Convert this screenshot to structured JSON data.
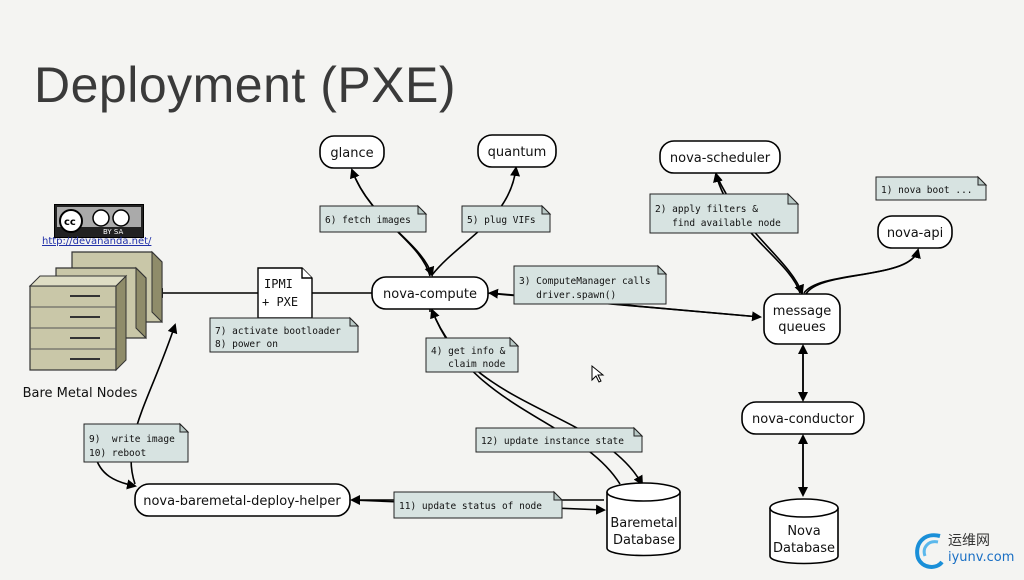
{
  "title": "Deployment (PXE)",
  "license": {
    "badge": "BY SA",
    "link": "http://devananda.net/"
  },
  "nodes": {
    "glance": "glance",
    "quantum": "quantum",
    "nova_scheduler": "nova-scheduler",
    "nova_api": "nova-api",
    "nova_compute": "nova-compute",
    "message_queues_1": "message",
    "message_queues_2": "queues",
    "nova_conductor": "nova-conductor",
    "nova_baremetal_deploy_helper": "nova-baremetal-deploy-helper",
    "bare_metal_nodes": "Bare Metal Nodes",
    "ipmi_pxe_1": "IPMI",
    "ipmi_pxe_2": "+ PXE",
    "baremetal_db_1": "Baremetal",
    "baremetal_db_2": "Database",
    "nova_db_1": "Nova",
    "nova_db_2": "Database"
  },
  "notes": {
    "n1": [
      "1) nova boot ..."
    ],
    "n2": [
      "2) apply filters &",
      "   find available node"
    ],
    "n3": [
      "3) ComputeManager calls",
      "   driver.spawn()"
    ],
    "n4": [
      "4) get info &",
      "   claim node"
    ],
    "n5": [
      "5) plug VIFs"
    ],
    "n6": [
      "6) fetch images"
    ],
    "n7": [
      "7) activate bootloader",
      "8) power on"
    ],
    "n9": [
      "9)  write image",
      "10) reboot"
    ],
    "n11": [
      "11) update status of node"
    ],
    "n12": [
      "12) update instance state"
    ]
  },
  "watermark": {
    "cn": "运维网",
    "en": "iyunv.com"
  },
  "colors": {
    "note_fill": "#d7e3e1",
    "server_fill": "#c9c7a8",
    "logo_blue": "#1a6fc4"
  }
}
